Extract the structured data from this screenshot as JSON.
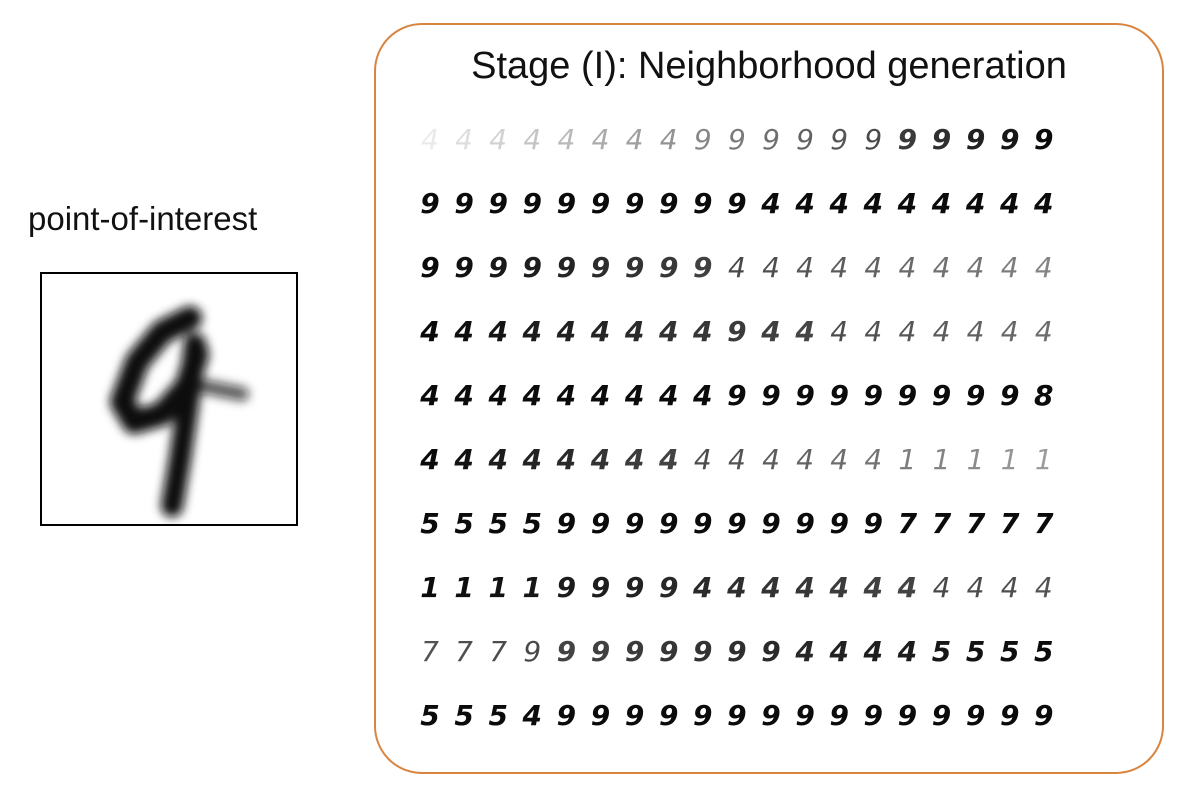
{
  "poi": {
    "label": "point-of-interest",
    "digit_icon": "handwritten-nine-digit"
  },
  "stage": {
    "title": "Stage (I): Neighborhood generation",
    "border_color": "#d9843f",
    "rows": [
      [
        "4",
        "4",
        "4",
        "4",
        "4",
        "4",
        "4",
        "4",
        "9",
        "9",
        "9",
        "9",
        "9",
        "9",
        "9",
        "9",
        "9",
        "9",
        "9"
      ],
      [
        "9",
        "9",
        "9",
        "9",
        "9",
        "9",
        "9",
        "9",
        "9",
        "9",
        "4",
        "4",
        "4",
        "4",
        "4",
        "4",
        "4",
        "4",
        "4"
      ],
      [
        "9",
        "9",
        "9",
        "9",
        "9",
        "9",
        "9",
        "9",
        "9",
        "4",
        "4",
        "4",
        "4",
        "4",
        "4",
        "4",
        "4",
        "4",
        "4"
      ],
      [
        "4",
        "4",
        "4",
        "4",
        "4",
        "4",
        "4",
        "4",
        "4",
        "9",
        "4",
        "4",
        "4",
        "4",
        "4",
        "4",
        "4",
        "4",
        "4"
      ],
      [
        "4",
        "4",
        "4",
        "4",
        "4",
        "4",
        "4",
        "4",
        "4",
        "9",
        "9",
        "9",
        "9",
        "9",
        "9",
        "9",
        "9",
        "9",
        "8"
      ],
      [
        "4",
        "4",
        "4",
        "4",
        "4",
        "4",
        "4",
        "4",
        "4",
        "4",
        "4",
        "4",
        "4",
        "4",
        "1",
        "1",
        "1",
        "1",
        "1"
      ],
      [
        "5",
        "5",
        "5",
        "5",
        "9",
        "9",
        "9",
        "9",
        "9",
        "9",
        "9",
        "9",
        "9",
        "9",
        "7",
        "7",
        "7",
        "7",
        "7"
      ],
      [
        "1",
        "1",
        "1",
        "1",
        "9",
        "9",
        "9",
        "9",
        "4",
        "4",
        "4",
        "4",
        "4",
        "4",
        "4",
        "4",
        "4",
        "4",
        "4"
      ],
      [
        "7",
        "7",
        "7",
        "9",
        "9",
        "9",
        "9",
        "9",
        "9",
        "9",
        "9",
        "4",
        "4",
        "4",
        "4",
        "5",
        "5",
        "5",
        "5"
      ],
      [
        "5",
        "5",
        "5",
        "4",
        "9",
        "9",
        "9",
        "9",
        "9",
        "9",
        "9",
        "9",
        "9",
        "9",
        "9",
        "9",
        "9",
        "9",
        "9"
      ]
    ],
    "row_starts": [
      0.08,
      1,
      1,
      1,
      1,
      1,
      1,
      1,
      0.7,
      1
    ],
    "row_ends": [
      1,
      1,
      0.5,
      0.6,
      1,
      0.4,
      1,
      0.7,
      1,
      1
    ]
  }
}
